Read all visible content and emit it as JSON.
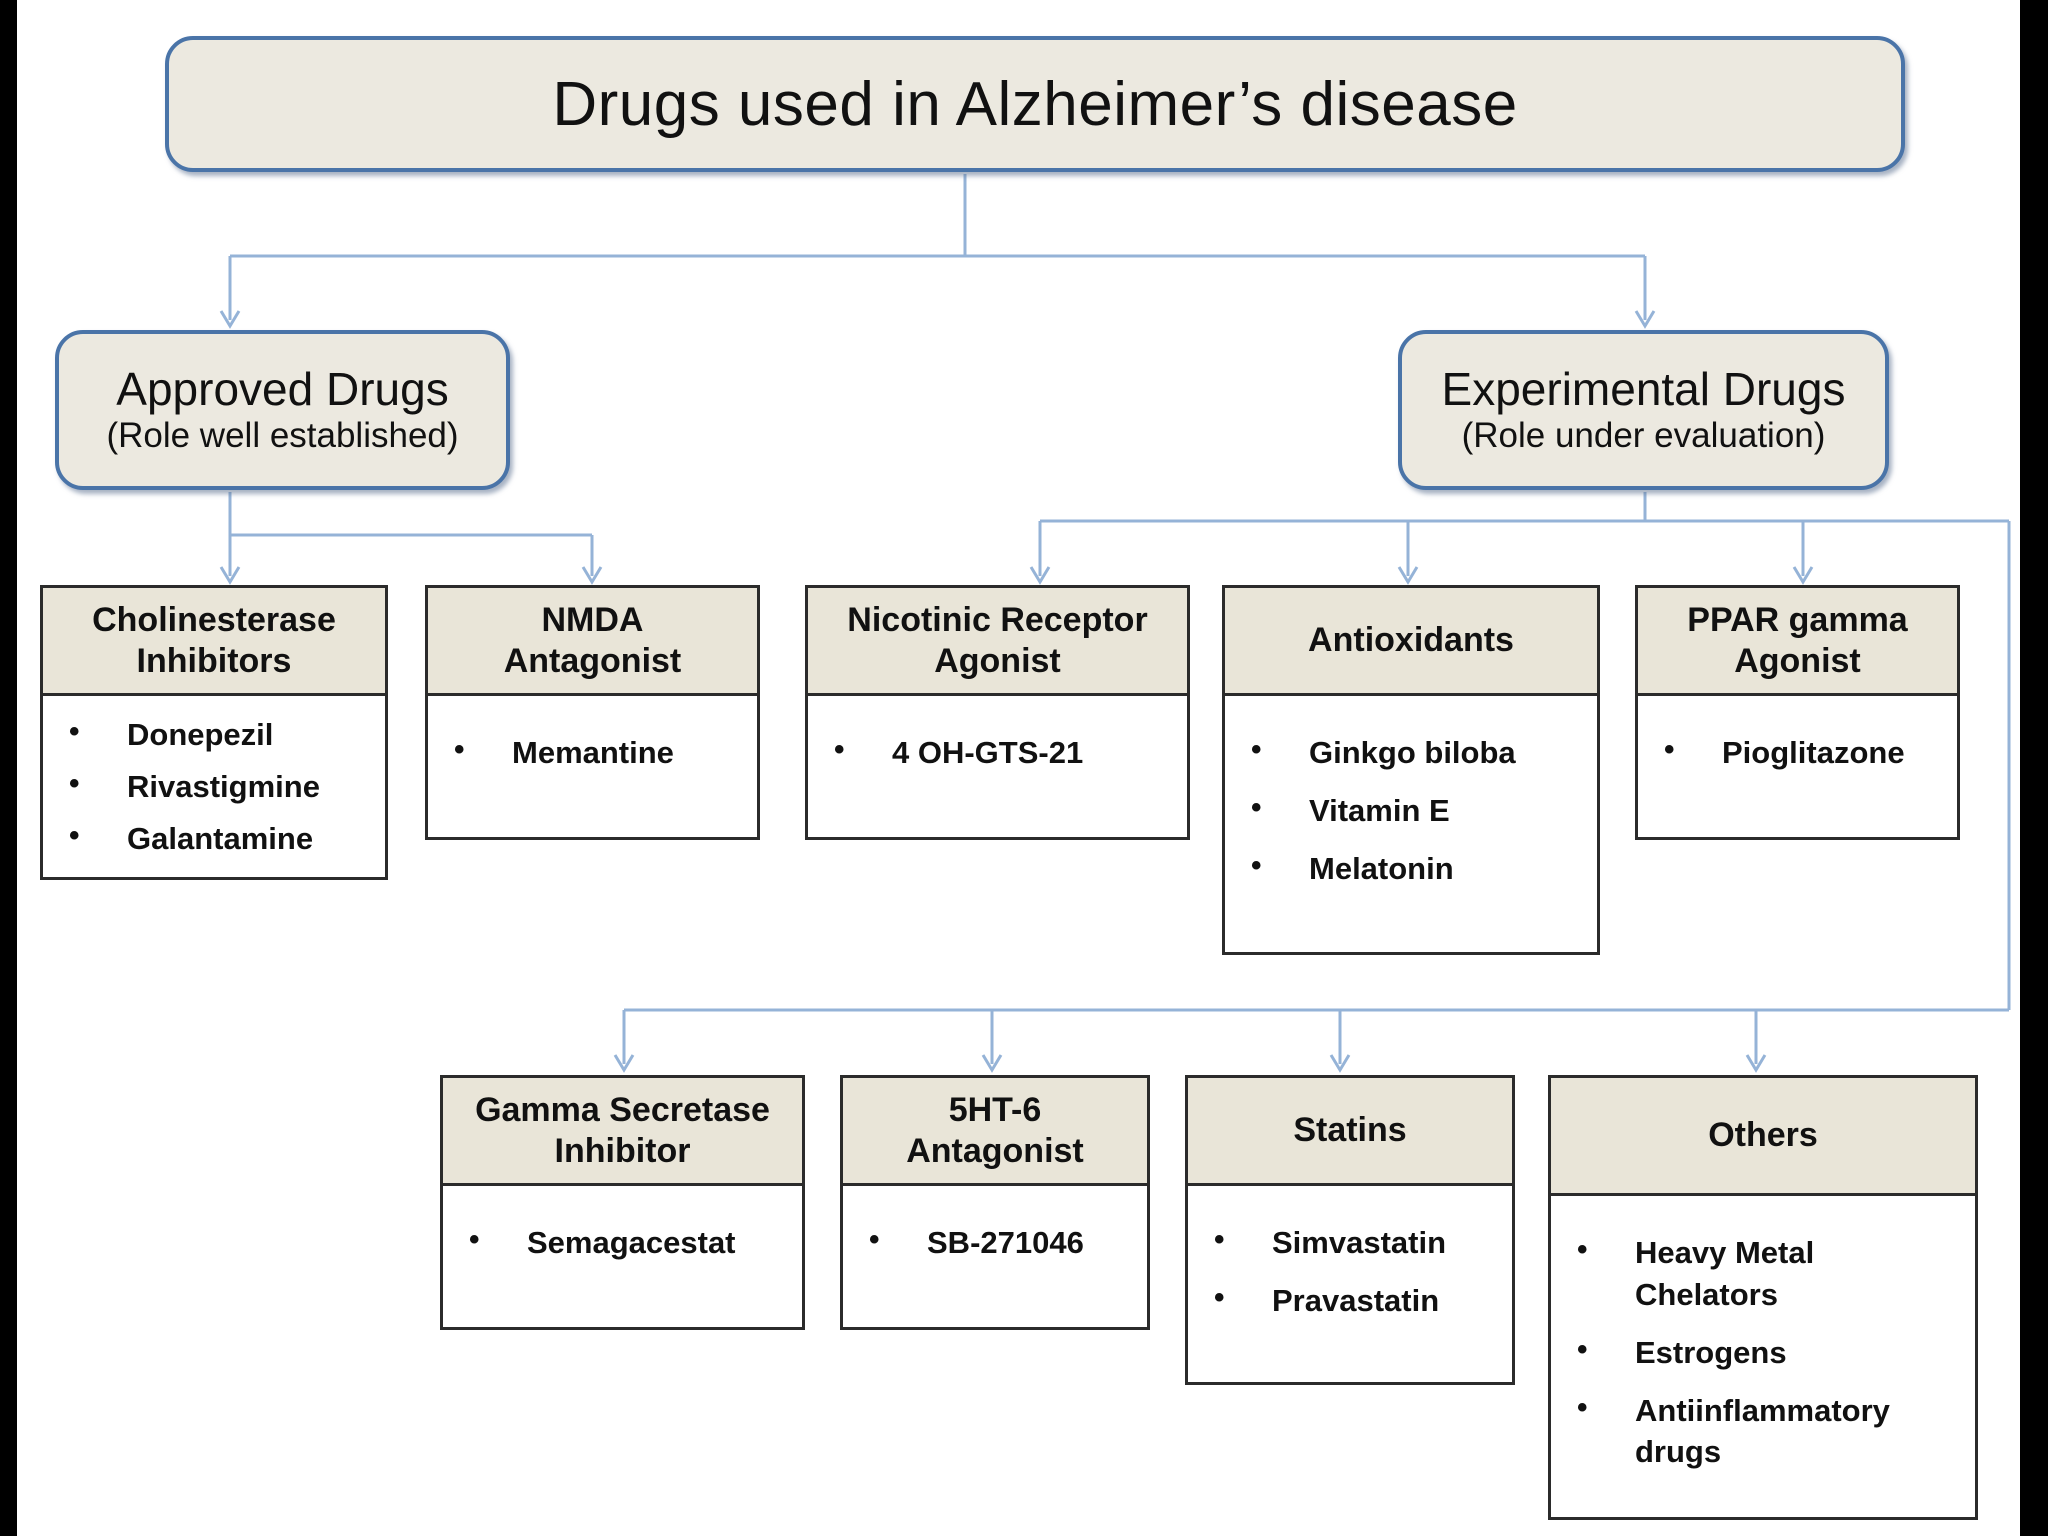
{
  "title_box": {
    "label": "Drugs used in Alzheimer’s disease"
  },
  "branches": [
    {
      "title": "Approved Drugs",
      "subtitle": "(Role well established)"
    },
    {
      "title": "Experimental Drugs",
      "subtitle": "(Role under evaluation)"
    }
  ],
  "categories": [
    {
      "header": "Cholinesterase\nInhibitors",
      "items": [
        "Donepezil",
        "Rivastigmine",
        "Galantamine"
      ]
    },
    {
      "header": "NMDA\nAntagonist",
      "items": [
        "Memantine"
      ]
    },
    {
      "header": "Nicotinic Receptor\nAgonist",
      "items": [
        "4 OH-GTS-21"
      ]
    },
    {
      "header": "Antioxidants",
      "items": [
        "Ginkgo biloba",
        "Vitamin E",
        "Melatonin"
      ]
    },
    {
      "header": "PPAR gamma\nAgonist",
      "items": [
        "Pioglitazone"
      ]
    },
    {
      "header": "Gamma Secretase\nInhibitor",
      "items": [
        "Semagacestat"
      ]
    },
    {
      "header": "5HT-6\nAntagonist",
      "items": [
        "SB-271046"
      ]
    },
    {
      "header": "Statins",
      "items": [
        "Simvastatin",
        "Pravastatin"
      ]
    },
    {
      "header": "Others",
      "items": [
        "Heavy Metal Chelators",
        "Estrogens",
        "Antiinflammatory drugs"
      ]
    }
  ],
  "colors": {
    "box_fill": "#ece9e0",
    "box_border_blue": "#4a74a8",
    "leaf_header_fill": "#e9e5d8",
    "leaf_border": "#2b2b2b",
    "connector_blue": "#95b3d7",
    "edge_bar_black": "#000000"
  }
}
